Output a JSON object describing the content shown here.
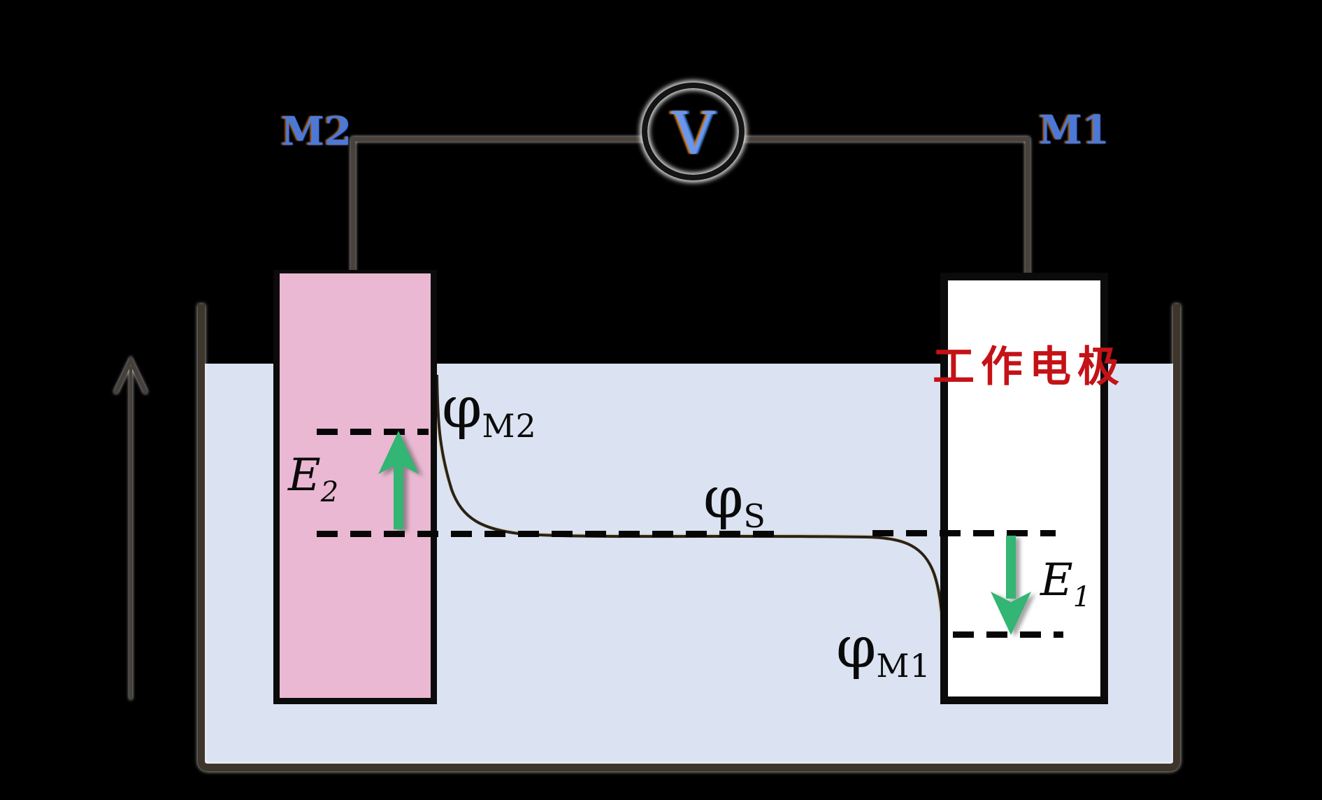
{
  "labels": {
    "m2_terminal": "M2",
    "m1_terminal": "M1",
    "voltmeter": "V",
    "working_electrode": "工作电极",
    "phi_m2": {
      "base": "φ",
      "sub": "M2"
    },
    "phi_s": {
      "base": "φ",
      "sub": "S"
    },
    "phi_m1": {
      "base": "φ",
      "sub": "M1"
    },
    "e2": {
      "base": "E",
      "sub": "2"
    },
    "e1": {
      "base": "E",
      "sub": "1"
    }
  },
  "colors": {
    "background": "#000000",
    "solution": "#dbe3f2",
    "electrode_m2_fill": "#eab8d2",
    "electrode_m1_fill": "#ffffff",
    "electrode_border": "#0b0b0b",
    "beaker_wall": "#3e352b",
    "arrow_green": "#33b573",
    "annotation_red": "#c51216",
    "terminal_label_blue": "#4d79d6",
    "potential_curve": "#2b2216"
  }
}
